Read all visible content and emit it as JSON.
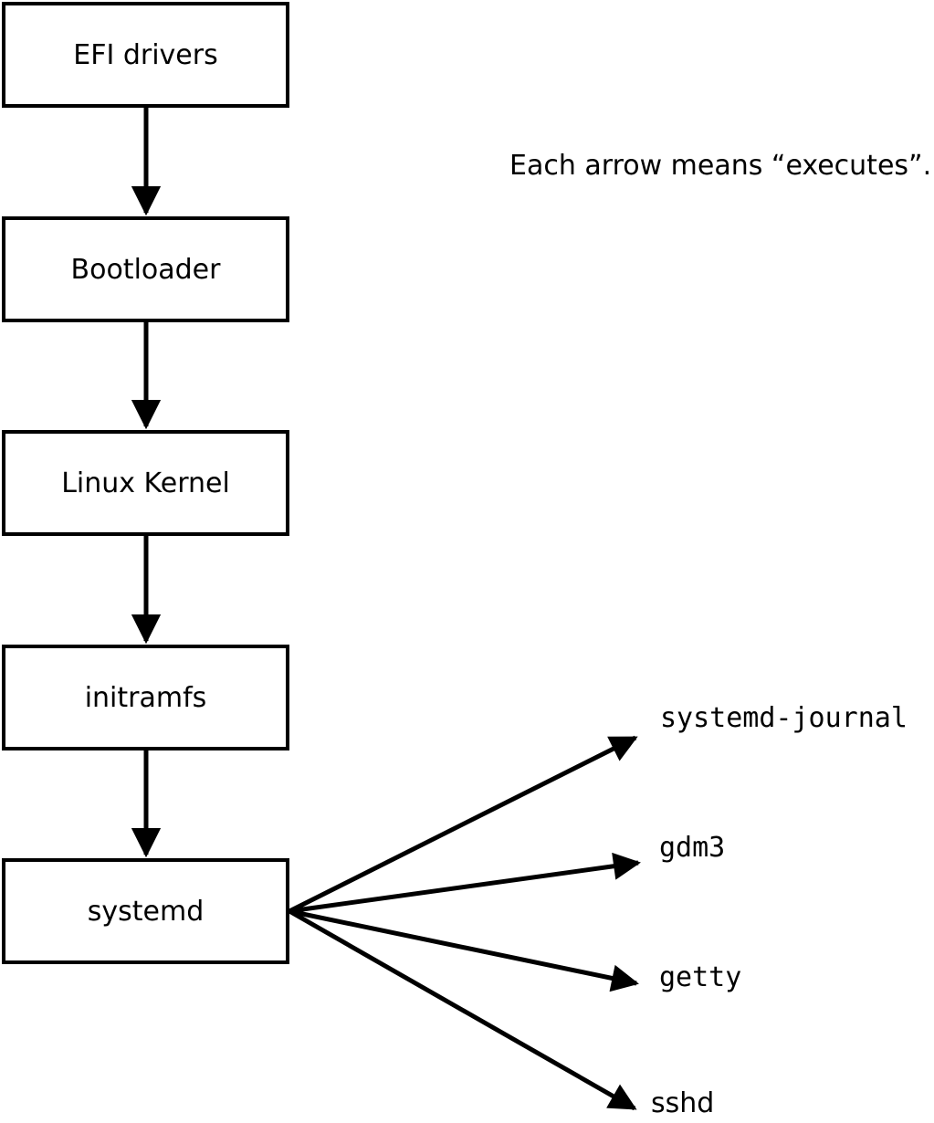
{
  "annotation": "Each arrow means “executes”.",
  "diagram": {
    "chain": [
      {
        "label": "EFI drivers"
      },
      {
        "label": "Bootloader"
      },
      {
        "label": "Linux Kernel"
      },
      {
        "label": "initramfs"
      },
      {
        "label": "systemd"
      }
    ],
    "fanout": [
      {
        "label": "systemd-journal"
      },
      {
        "label": "gdm3"
      },
      {
        "label": "getty"
      },
      {
        "label": "sshd"
      }
    ],
    "edges": [
      {
        "from": "EFI drivers",
        "to": "Bootloader",
        "meaning": "executes"
      },
      {
        "from": "Bootloader",
        "to": "Linux Kernel",
        "meaning": "executes"
      },
      {
        "from": "Linux Kernel",
        "to": "initramfs",
        "meaning": "executes"
      },
      {
        "from": "initramfs",
        "to": "systemd",
        "meaning": "executes"
      },
      {
        "from": "systemd",
        "to": "systemd-journal",
        "meaning": "executes"
      },
      {
        "from": "systemd",
        "to": "gdm3",
        "meaning": "executes"
      },
      {
        "from": "systemd",
        "to": "getty",
        "meaning": "executes"
      },
      {
        "from": "systemd",
        "to": "sshd",
        "meaning": "executes"
      }
    ],
    "colors": {
      "line": "#000000",
      "box_border": "#000000",
      "box_fill": "#ffffff",
      "text": "#000000",
      "background": "#ffffff"
    }
  }
}
